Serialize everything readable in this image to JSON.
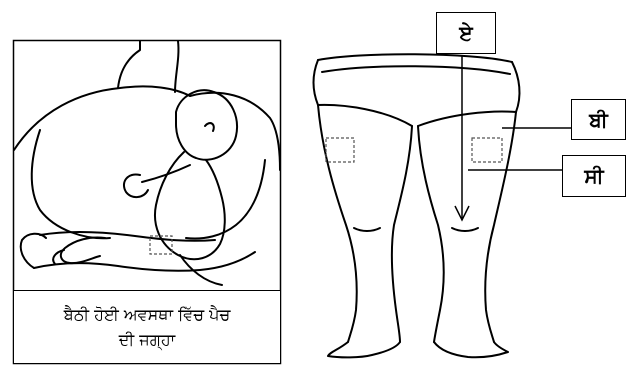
{
  "caption": {
    "line1": "ਬੈਠੀ ਹੋਈ ਅਵਸਥਾ ਵਿੱਚ ਪੈਚ",
    "line2": "ਦੀ ਜਗ੍ਹਾ"
  },
  "labels": {
    "a": "ਏ",
    "b": "ਬੀ",
    "c": "ਸੀ"
  },
  "colors": {
    "line": "#000000",
    "patch": "#555555",
    "background": "#ffffff"
  }
}
